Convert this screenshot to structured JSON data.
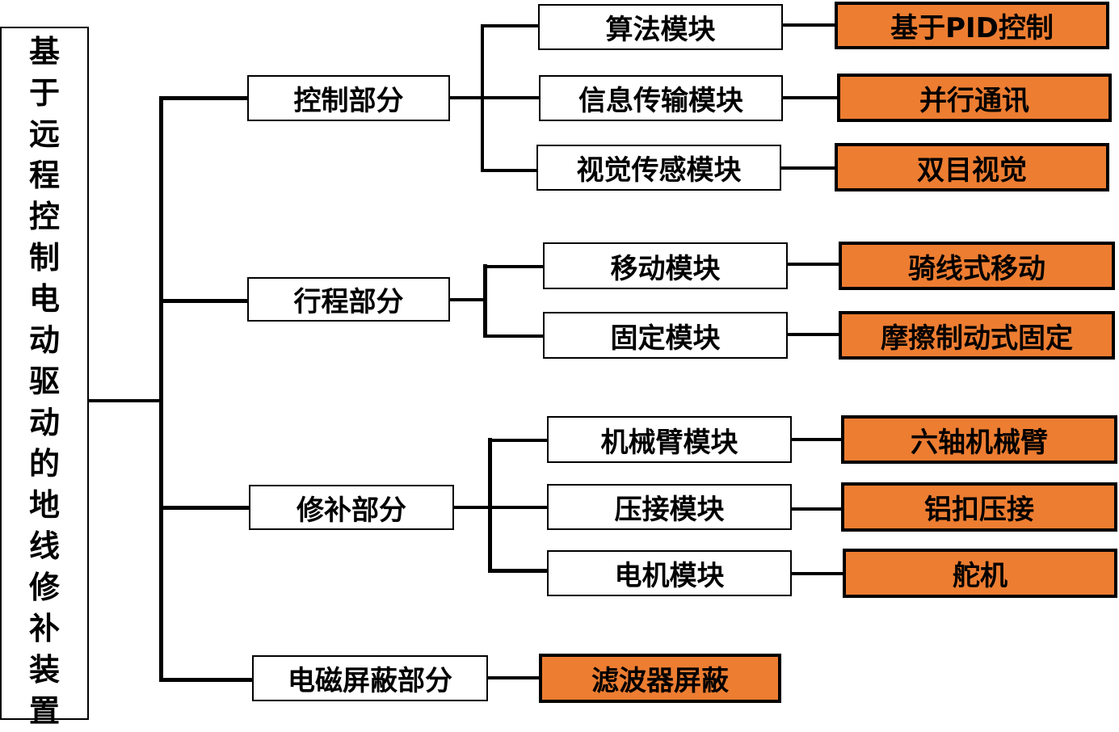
{
  "colors": {
    "leaf_fill": "#ED7D31",
    "line": "#000000",
    "box_fill": "#FFFFFF"
  },
  "root": {
    "label": "基于远程控制电动驱动的地线修补装置"
  },
  "parts": [
    {
      "label": "控制部分",
      "modules": [
        {
          "label": "算法模块",
          "implementation": "基于PID控制"
        },
        {
          "label": "信息传输模块",
          "implementation": "并行通讯"
        },
        {
          "label": "视觉传感模块",
          "implementation": "双目视觉"
        }
      ]
    },
    {
      "label": "行程部分",
      "modules": [
        {
          "label": "移动模块",
          "implementation": "骑线式移动"
        },
        {
          "label": "固定模块",
          "implementation": "摩擦制动式固定"
        }
      ]
    },
    {
      "label": "修补部分",
      "modules": [
        {
          "label": "机械臂模块",
          "implementation": "六轴机械臂"
        },
        {
          "label": "压接模块",
          "implementation": "铝扣压接"
        },
        {
          "label": "电机模块",
          "implementation": "舵机"
        }
      ]
    },
    {
      "label": "电磁屏蔽部分",
      "modules": [],
      "implementation": "滤波器屏蔽"
    }
  ]
}
